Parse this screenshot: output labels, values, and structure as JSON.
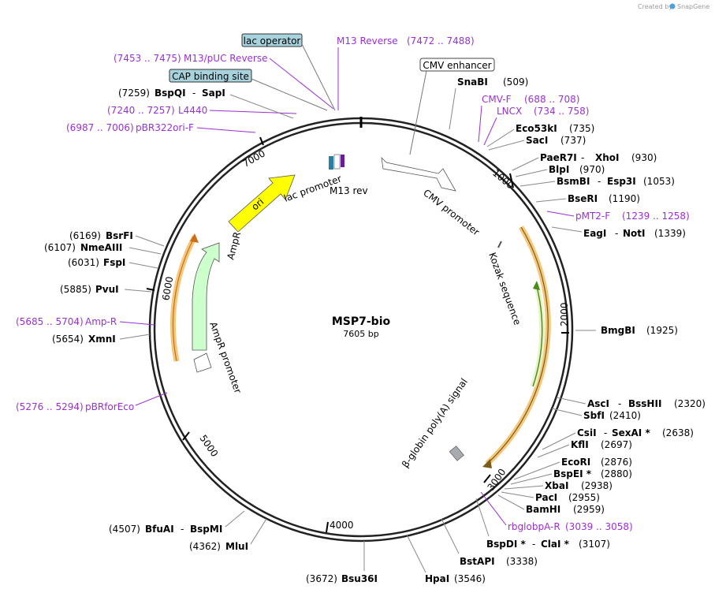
{
  "credit": {
    "prefix": "Created by",
    "brand": "SnapGene"
  },
  "plasmid": {
    "name": "MSP7-bio",
    "size_label": "7605 bp"
  },
  "ticks": [
    "1000",
    "2000",
    "3000",
    "4000",
    "5000",
    "6000",
    "7000"
  ],
  "features": [
    {
      "label": "lac promoter"
    },
    {
      "label": "M13 rev"
    },
    {
      "label": "CMV promoter"
    },
    {
      "label": "Kozak sequence"
    },
    {
      "label": "β-globin poly(A) signal"
    },
    {
      "label": "AmpR promoter"
    },
    {
      "label": "AmpR"
    },
    {
      "label": "ori"
    }
  ],
  "boxes": [
    {
      "label": "lac operator"
    },
    {
      "label": "CAP binding site"
    },
    {
      "label": "CMV enhancer"
    }
  ],
  "enzymes": [
    {
      "name": "SnaBI",
      "pos": "(509)"
    },
    {
      "name": "Eco53kI",
      "pos": "(735)"
    },
    {
      "name": "SacI",
      "pos": "(737)"
    },
    {
      "name": "PaeR7I",
      "name2": "XhoI",
      "pos": "(930)"
    },
    {
      "name": "BlpI",
      "pos": "(970)"
    },
    {
      "name": "BsmBI",
      "name2": "Esp3I",
      "pos": "(1053)"
    },
    {
      "name": "BseRI",
      "pos": "(1190)"
    },
    {
      "name": "EagI",
      "name2": "NotI",
      "pos": "(1339)"
    },
    {
      "name": "BmgBI",
      "pos": "(1925)"
    },
    {
      "name": "AscI",
      "name2": "BssHII",
      "pos": "(2320)"
    },
    {
      "name": "SbfI",
      "pos": "(2410)"
    },
    {
      "name": "CsiI",
      "name2": "SexAI *",
      "pos": "(2638)"
    },
    {
      "name": "KflI",
      "pos": "(2697)"
    },
    {
      "name": "EcoRI",
      "pos": "(2876)"
    },
    {
      "name": "BspEI *",
      "pos": "(2880)"
    },
    {
      "name": "XbaI",
      "pos": "(2938)"
    },
    {
      "name": "PacI",
      "pos": "(2955)"
    },
    {
      "name": "BamHI",
      "pos": "(2959)"
    },
    {
      "name": "BspDI *",
      "name2": "ClaI *",
      "pos": "(3107)"
    },
    {
      "name": "BstAPI",
      "pos": "(3338)"
    },
    {
      "name": "HpaI",
      "pos": "(3546)"
    },
    {
      "name": "Bsu36I",
      "pos": "(3672)"
    },
    {
      "name": "MluI",
      "pos": "(4362)"
    },
    {
      "name": "BfuAI",
      "name2": "BspMI",
      "pos": "(4507)"
    },
    {
      "name": "XmnI",
      "pos": "(5654)"
    },
    {
      "name": "PvuI",
      "pos": "(5885)"
    },
    {
      "name": "FspI",
      "pos": "(6031)"
    },
    {
      "name": "NmeAIII",
      "pos": "(6107)"
    },
    {
      "name": "BsrFI",
      "pos": "(6169)"
    },
    {
      "name": "BspQI",
      "name2": "SapI",
      "pos": "(7259)"
    }
  ],
  "primers": [
    {
      "name": "M13 Reverse",
      "range": "(7472 .. 7488)"
    },
    {
      "name": "M13/pUC Reverse",
      "range": "(7453 .. 7475)"
    },
    {
      "name": "L4440",
      "range": "(7240 .. 7257)"
    },
    {
      "name": "pBR322ori-F",
      "range": "(6987 .. 7006)"
    },
    {
      "name": "CMV-F",
      "range": "(688 .. 708)"
    },
    {
      "name": "LNCX",
      "range": "(734 .. 758)"
    },
    {
      "name": "pMT2-F",
      "range": "(1239 .. 1258)"
    },
    {
      "name": "rbglobpA-R",
      "range": "(3039 .. 3058)"
    },
    {
      "name": "Amp-R",
      "range": "(5685 .. 5704)"
    },
    {
      "name": "pBRforEco",
      "range": "(5276 .. 5294)"
    }
  ],
  "colors": {
    "backbone": "#222222",
    "primer": "#9b2fd6",
    "ori": "#ffff00",
    "ampr": "#ccffcc",
    "orf_outer": "#f5c77a",
    "orf_inner_right": "#4a8a1a",
    "orf_inner_left": "#c96f1a",
    "box_blue": "#a6d3dd",
    "polyA": "#a7abb0"
  }
}
